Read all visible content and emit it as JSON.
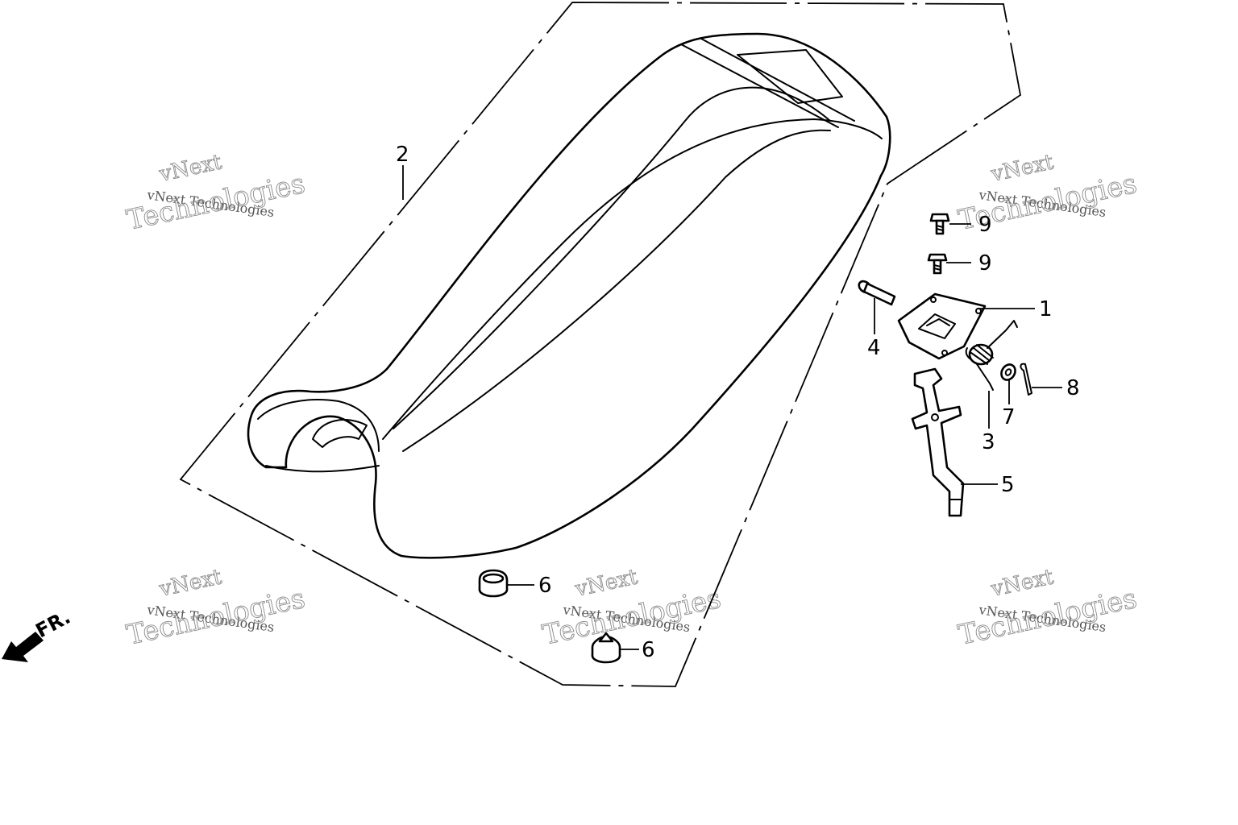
{
  "callouts": [
    {
      "id": "c1",
      "label": "1"
    },
    {
      "id": "c2",
      "label": "2"
    },
    {
      "id": "c3",
      "label": "3"
    },
    {
      "id": "c4",
      "label": "4"
    },
    {
      "id": "c5",
      "label": "5"
    },
    {
      "id": "c6a",
      "label": "6"
    },
    {
      "id": "c6b",
      "label": "6"
    },
    {
      "id": "c7",
      "label": "7"
    },
    {
      "id": "c8",
      "label": "8"
    },
    {
      "id": "c9a",
      "label": "9"
    },
    {
      "id": "c9b",
      "label": "9"
    }
  ],
  "watermark": {
    "brand": "vNext",
    "line": "vNext Technologies",
    "big": "Technologies"
  },
  "direction_marker": {
    "label": "FR."
  }
}
